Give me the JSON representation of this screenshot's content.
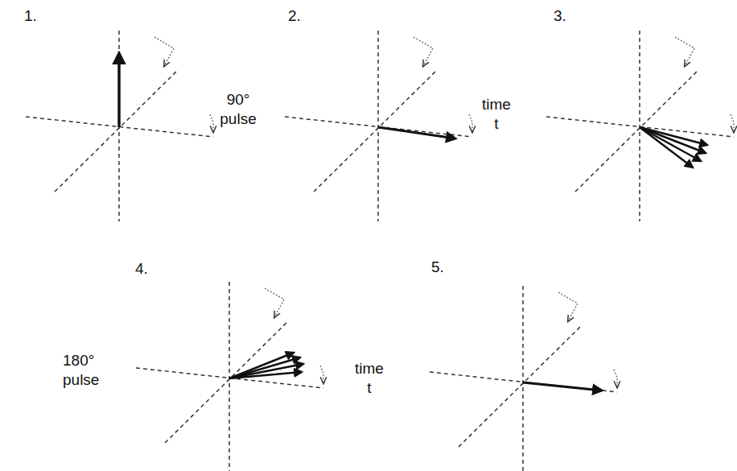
{
  "diagram": {
    "labels": [
      "1.",
      "90° pulse",
      "2.",
      "time t",
      "3.",
      "4.",
      "180° pulse",
      "time t",
      "5."
    ]
  }
}
